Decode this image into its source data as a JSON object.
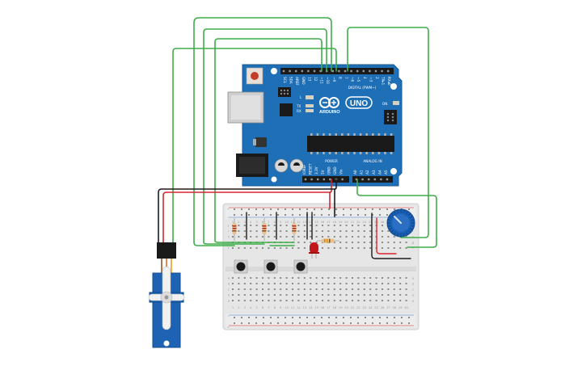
{
  "arduino": {
    "brand": "ARDUINO",
    "model": "UNO",
    "header_digital": "DIGITAL (PWM~)",
    "header_power": "POWER",
    "header_analog": "ANALOG IN",
    "led_l": "L",
    "led_tx": "TX",
    "led_rx": "RX",
    "led_on": "ON",
    "top_pins": [
      "SCL",
      "SDA",
      "AREF",
      "GND",
      "13",
      "12",
      "~11",
      "~10",
      "~9",
      "8",
      "7",
      "~6",
      "~5",
      "4",
      "~3",
      "2",
      "TX▸1",
      "RX◂0"
    ],
    "power_pins": [
      "IOREF",
      "RESET",
      "3.3V",
      "5V",
      "GND",
      "GND",
      "Vin"
    ],
    "analog_pins": [
      "A0",
      "A1",
      "A2",
      "A3",
      "A4",
      "A5"
    ]
  },
  "breadboard": {
    "column_numbers": [
      "1",
      "2",
      "3",
      "4",
      "5",
      "6",
      "7",
      "8",
      "9",
      "10",
      "11",
      "12",
      "13",
      "14",
      "15",
      "16",
      "17",
      "18",
      "19",
      "20",
      "21",
      "22",
      "23",
      "24",
      "25",
      "26",
      "27",
      "28",
      "29",
      "30"
    ],
    "row_letters_top": [
      "j",
      "i",
      "h",
      "g",
      "f"
    ],
    "row_letters_bottom": [
      "e",
      "d",
      "c",
      "b",
      "a"
    ],
    "rail_plus": "+",
    "rail_minus": "−"
  },
  "colors": {
    "board_blue": "#1f6fb6",
    "board_dark": "#0e4f8a",
    "wire_green": "#3fae49",
    "wire_red": "#d7262b",
    "wire_black": "#1c1c1c",
    "servo_blue": "#1e62b3",
    "pot_blue": "#1b5fb5",
    "led_red": "#c0181b"
  },
  "components": {
    "servo": "servo-motor",
    "potentiometer": "potentiometer",
    "buttons": [
      "button-1",
      "button-2",
      "button-3"
    ],
    "resistors": [
      "resistor-1",
      "resistor-2",
      "resistor-3",
      "resistor-led"
    ],
    "led": "red-led"
  }
}
